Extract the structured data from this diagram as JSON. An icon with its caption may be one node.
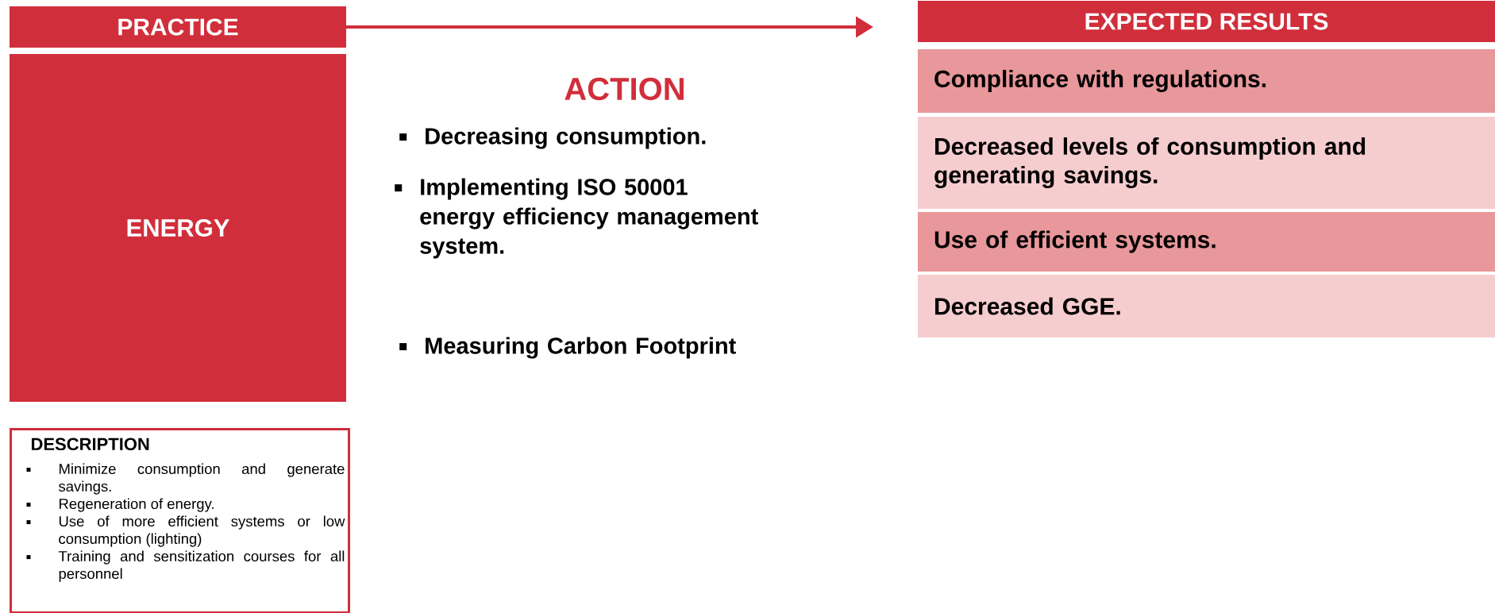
{
  "diagram": {
    "nodes": [
      {
        "text": [
          "PRACTICE"
        ]
      },
      {
        "text": [
          "ENERGY"
        ]
      },
      {
        "text": [
          "DESCRIPTION",
          "Minimize consumption and generate savings.",
          "Regeneration of energy.",
          "Use of more efficient systems or low consumption (lighting)",
          "Training and sensitization courses for all personnel"
        ]
      },
      {
        "text": [
          "EXPECTED RESULTS"
        ]
      },
      {
        "text": [
          "Compliance with regulations."
        ]
      },
      {
        "text": [
          "Decreased levels of consumption and generating savings."
        ]
      },
      {
        "text": [
          "Use of efficient systems."
        ]
      },
      {
        "text": [
          "Decreased GGE."
        ]
      }
    ],
    "edges": [
      {
        "from": 0,
        "to": 3,
        "arrow": "to"
      }
    ],
    "labels": [
      "ACTION",
      "Decreasing consumption.",
      "Implementing ISO 50001 energy efficiency management system.",
      "Measuring Carbon Footprint"
    ]
  }
}
